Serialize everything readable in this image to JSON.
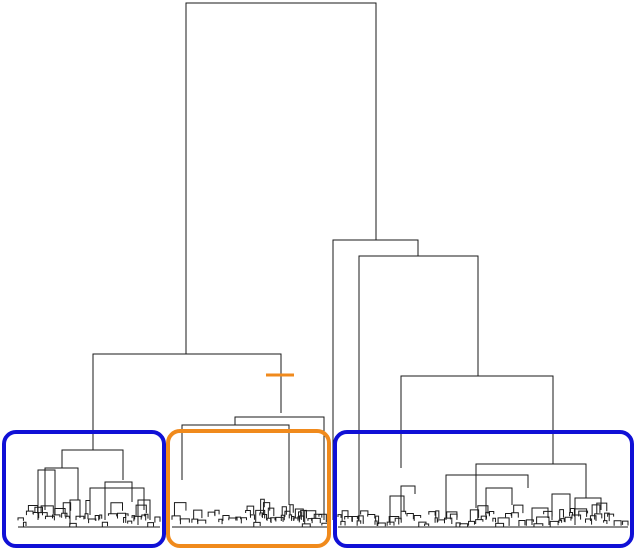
{
  "colors": {
    "background": "#ffffff",
    "tree_line": "#1a1a1a",
    "cluster_blue": "#1010d6",
    "cluster_orange": "#f08a1c",
    "cut_marker": "#f08a1c"
  },
  "clusters": [
    {
      "id": "cluster-left",
      "color_key": "cluster_blue"
    },
    {
      "id": "cluster-center",
      "color_key": "cluster_orange"
    },
    {
      "id": "cluster-right",
      "color_key": "cluster_blue"
    }
  ],
  "cut_marker": {
    "color_key": "cut_marker"
  }
}
